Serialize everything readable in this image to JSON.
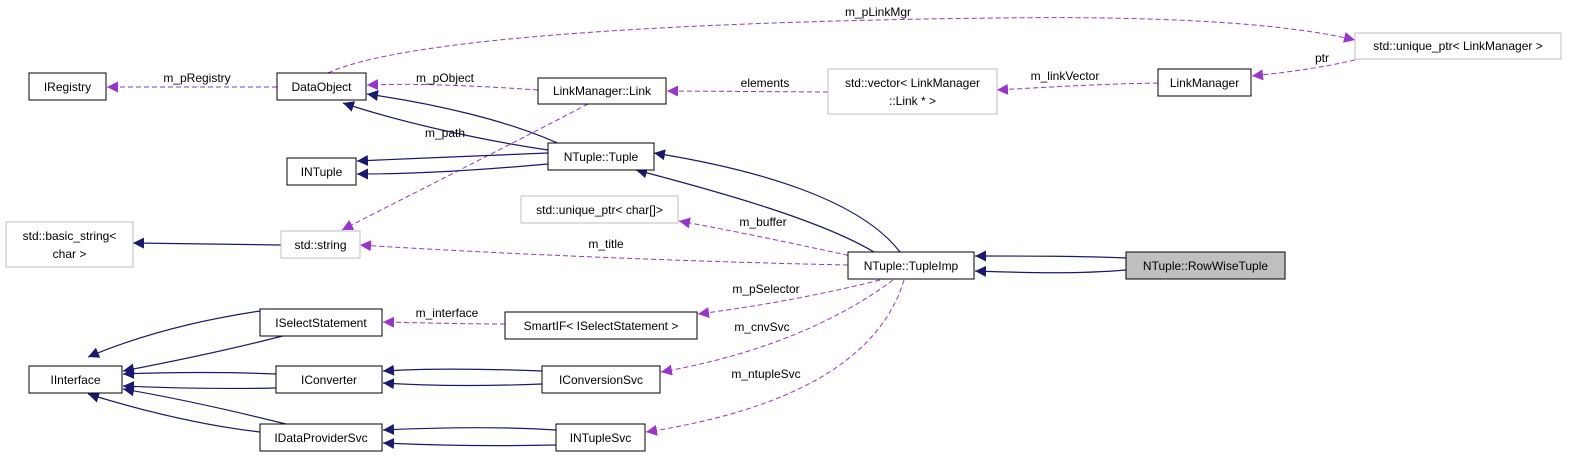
{
  "nodes": {
    "iregistry": "IRegistry",
    "dataobject": "DataObject",
    "linkmanager_link": "LinkManager::Link",
    "vector_line1": "std::vector< LinkManager",
    "vector_line2": "::Link * >",
    "linkmanager": "LinkManager",
    "unique_ptr_linkmanager": "std::unique_ptr< LinkManager >",
    "intuple": "INTuple",
    "ntuple_tuple": "NTuple::Tuple",
    "basic_string_line1": "std::basic_string<",
    "basic_string_line2": "char >",
    "std_string": "std::string",
    "unique_ptr_char": "std::unique_ptr< char[]>",
    "tupleimp": "NTuple::TupleImp",
    "rowwisetuple": "NTuple::RowWiseTuple",
    "iselectstatement": "ISelectStatement",
    "smartif": "SmartIF< ISelectStatement >",
    "iinterface": "IInterface",
    "iconverter": "IConverter",
    "iconversionsvc": "IConversionSvc",
    "idataprovidersvc": "IDataProviderSvc",
    "intuplesvc": "INTupleSvc"
  },
  "edge_labels": {
    "m_plinkmgr": "m_pLinkMgr",
    "m_pregistry": "m_pRegistry",
    "m_pobject": "m_pObject",
    "elements": "elements",
    "m_linkvector": "m_linkVector",
    "ptr": "ptr",
    "m_path": "m_path",
    "m_buffer": "m_buffer",
    "m_title": "m_title",
    "m_pselector": "m_pSelector",
    "m_interface": "m_interface",
    "m_cnvsvc": "m_cnvSvc",
    "m_ntuplesvc": "m_ntupleSvc"
  },
  "colors": {
    "inheritance": "#191970",
    "usage": "#9a32cd",
    "highlight_fill": "#bfbfbf",
    "external_border": "#bfbfbf",
    "node_border": "#000000"
  }
}
